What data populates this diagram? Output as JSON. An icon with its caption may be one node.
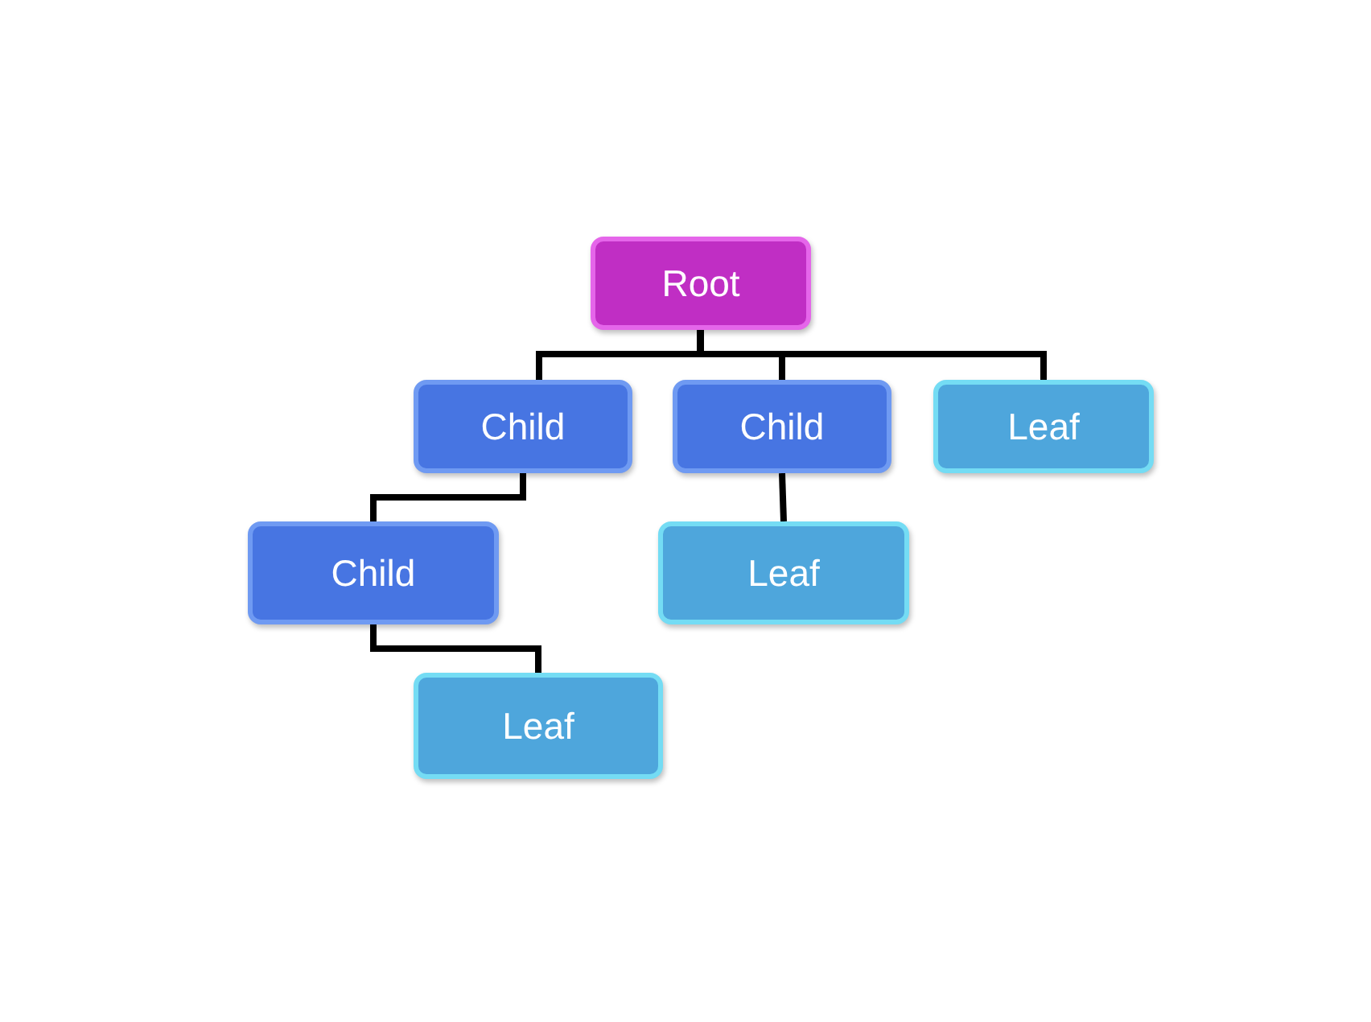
{
  "diagram": {
    "nodes": [
      {
        "text": [
          "Root"
        ]
      },
      {
        "text": [
          "Child"
        ]
      },
      {
        "text": [
          "Child"
        ]
      },
      {
        "text": [
          "Leaf"
        ]
      },
      {
        "text": [
          "Child"
        ]
      },
      {
        "text": [
          "Leaf"
        ]
      },
      {
        "text": [
          "Leaf"
        ]
      }
    ],
    "edges": [
      {
        "from": 0,
        "to": 1,
        "arrow": "none"
      },
      {
        "from": 0,
        "to": 2,
        "arrow": "none"
      },
      {
        "from": 0,
        "to": 3,
        "arrow": "none"
      },
      {
        "from": 1,
        "to": 4,
        "arrow": "none"
      },
      {
        "from": 2,
        "to": 5,
        "arrow": "none"
      },
      {
        "from": 4,
        "to": 6,
        "arrow": "none"
      }
    ]
  }
}
